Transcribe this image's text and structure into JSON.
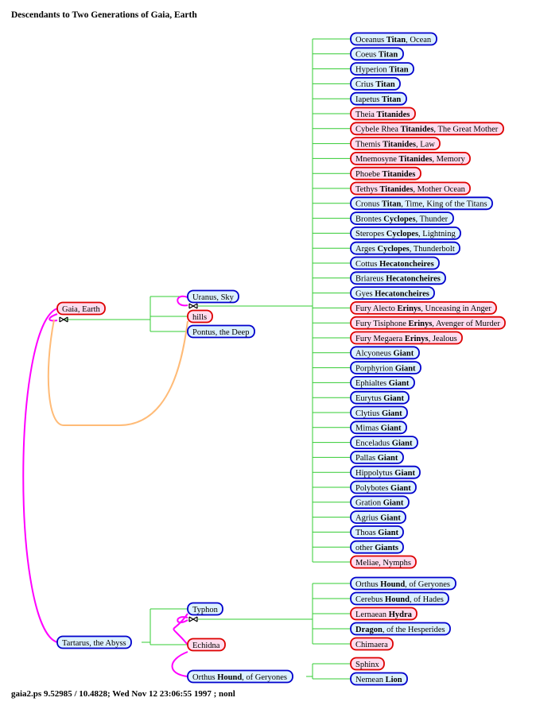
{
  "title": "Descendants to Two Generations of Gaia, Earth",
  "footer": "gaia2.ps 9.52985 / 10.4828; Wed Nov 12 23:06:55 1997 ; nonl",
  "colors": {
    "male_fill": "#ddf1ff",
    "male_stroke": "#0000cc",
    "female_fill": "#ffdcee",
    "female_stroke": "#dd0000",
    "tree_line": "#33cc33",
    "marriage_line": "#ff00ff",
    "extra_line": "#ffbb77"
  },
  "nodes": [
    {
      "id": "gaia",
      "sex": "f",
      "parts": [
        {
          "t": "Gaia, Earth"
        }
      ]
    },
    {
      "id": "tartarus",
      "sex": "m",
      "parts": [
        {
          "t": "Tartarus, the Abyss"
        }
      ]
    },
    {
      "id": "uranus",
      "sex": "m",
      "parts": [
        {
          "t": "Uranus, Sky"
        }
      ]
    },
    {
      "id": "hills",
      "sex": "f",
      "parts": [
        {
          "t": "hills"
        }
      ]
    },
    {
      "id": "pontus",
      "sex": "m",
      "parts": [
        {
          "t": "Pontus, the Deep"
        }
      ]
    },
    {
      "id": "typhon",
      "sex": "m",
      "parts": [
        {
          "t": "Typhon"
        }
      ]
    },
    {
      "id": "echidna",
      "sex": "f",
      "parts": [
        {
          "t": "Echidna"
        }
      ]
    },
    {
      "id": "orthus2",
      "sex": "m",
      "parts": [
        {
          "t": "Orthus "
        },
        {
          "t": "Hound",
          "b": true
        },
        {
          "t": ", of Geryones"
        }
      ]
    },
    {
      "id": "c1",
      "sex": "m",
      "parts": [
        {
          "t": "Oceanus "
        },
        {
          "t": "Titan",
          "b": true
        },
        {
          "t": ", Ocean"
        }
      ]
    },
    {
      "id": "c2",
      "sex": "m",
      "parts": [
        {
          "t": "Coeus "
        },
        {
          "t": "Titan",
          "b": true
        }
      ]
    },
    {
      "id": "c3",
      "sex": "m",
      "parts": [
        {
          "t": "Hyperion "
        },
        {
          "t": "Titan",
          "b": true
        }
      ]
    },
    {
      "id": "c4",
      "sex": "m",
      "parts": [
        {
          "t": "Crius "
        },
        {
          "t": "Titan",
          "b": true
        }
      ]
    },
    {
      "id": "c5",
      "sex": "m",
      "parts": [
        {
          "t": "Iapetus "
        },
        {
          "t": "Titan",
          "b": true
        }
      ]
    },
    {
      "id": "c6",
      "sex": "f",
      "parts": [
        {
          "t": "Theia "
        },
        {
          "t": "Titanides",
          "b": true
        }
      ]
    },
    {
      "id": "c7",
      "sex": "f",
      "parts": [
        {
          "t": "Cybele Rhea "
        },
        {
          "t": "Titanides",
          "b": true
        },
        {
          "t": ", The Great Mother"
        }
      ]
    },
    {
      "id": "c8",
      "sex": "f",
      "parts": [
        {
          "t": "Themis "
        },
        {
          "t": "Titanides",
          "b": true
        },
        {
          "t": ", Law"
        }
      ]
    },
    {
      "id": "c9",
      "sex": "f",
      "parts": [
        {
          "t": "Mnemosyne "
        },
        {
          "t": "Titanides",
          "b": true
        },
        {
          "t": ", Memory"
        }
      ]
    },
    {
      "id": "c10",
      "sex": "f",
      "parts": [
        {
          "t": "Phoebe "
        },
        {
          "t": "Titanides",
          "b": true
        }
      ]
    },
    {
      "id": "c11",
      "sex": "f",
      "parts": [
        {
          "t": "Tethys "
        },
        {
          "t": "Titanides",
          "b": true
        },
        {
          "t": ", Mother Ocean"
        }
      ]
    },
    {
      "id": "c12",
      "sex": "m",
      "parts": [
        {
          "t": "Cronus "
        },
        {
          "t": "Titan",
          "b": true
        },
        {
          "t": ", Time, King of the Titans"
        }
      ]
    },
    {
      "id": "c13",
      "sex": "m",
      "parts": [
        {
          "t": "Brontes "
        },
        {
          "t": "Cyclopes",
          "b": true
        },
        {
          "t": ", Thunder"
        }
      ]
    },
    {
      "id": "c14",
      "sex": "m",
      "parts": [
        {
          "t": "Steropes "
        },
        {
          "t": "Cyclopes",
          "b": true
        },
        {
          "t": ", Lightning"
        }
      ]
    },
    {
      "id": "c15",
      "sex": "m",
      "parts": [
        {
          "t": "Arges "
        },
        {
          "t": "Cyclopes",
          "b": true
        },
        {
          "t": ", Thunderbolt"
        }
      ]
    },
    {
      "id": "c16",
      "sex": "m",
      "parts": [
        {
          "t": "Cottus "
        },
        {
          "t": "Hecatoncheires",
          "b": true
        }
      ]
    },
    {
      "id": "c17",
      "sex": "m",
      "parts": [
        {
          "t": "Briareus "
        },
        {
          "t": "Hecatoncheires",
          "b": true
        }
      ]
    },
    {
      "id": "c18",
      "sex": "m",
      "parts": [
        {
          "t": "Gyes "
        },
        {
          "t": "Hecatoncheires",
          "b": true
        }
      ]
    },
    {
      "id": "c19",
      "sex": "f",
      "parts": [
        {
          "t": "Fury Alecto "
        },
        {
          "t": "Erinys",
          "b": true
        },
        {
          "t": ", Unceasing in Anger"
        }
      ]
    },
    {
      "id": "c20",
      "sex": "f",
      "parts": [
        {
          "t": "Fury Tisiphone "
        },
        {
          "t": "Erinys",
          "b": true
        },
        {
          "t": ", Avenger of Murder"
        }
      ]
    },
    {
      "id": "c21",
      "sex": "f",
      "parts": [
        {
          "t": "Fury Megaera "
        },
        {
          "t": "Erinys",
          "b": true
        },
        {
          "t": ", Jealous"
        }
      ]
    },
    {
      "id": "c22",
      "sex": "m",
      "parts": [
        {
          "t": "Alcyoneus "
        },
        {
          "t": "Giant",
          "b": true
        }
      ]
    },
    {
      "id": "c23",
      "sex": "m",
      "parts": [
        {
          "t": "Porphyrion "
        },
        {
          "t": "Giant",
          "b": true
        }
      ]
    },
    {
      "id": "c24",
      "sex": "m",
      "parts": [
        {
          "t": "Ephialtes "
        },
        {
          "t": "Giant",
          "b": true
        }
      ]
    },
    {
      "id": "c25",
      "sex": "m",
      "parts": [
        {
          "t": "Eurytus "
        },
        {
          "t": "Giant",
          "b": true
        }
      ]
    },
    {
      "id": "c26",
      "sex": "m",
      "parts": [
        {
          "t": "Clytius "
        },
        {
          "t": "Giant",
          "b": true
        }
      ]
    },
    {
      "id": "c27",
      "sex": "m",
      "parts": [
        {
          "t": "Mimas "
        },
        {
          "t": "Giant",
          "b": true
        }
      ]
    },
    {
      "id": "c28",
      "sex": "m",
      "parts": [
        {
          "t": "Enceladus "
        },
        {
          "t": "Giant",
          "b": true
        }
      ]
    },
    {
      "id": "c29",
      "sex": "m",
      "parts": [
        {
          "t": "Pallas "
        },
        {
          "t": "Giant",
          "b": true
        }
      ]
    },
    {
      "id": "c30",
      "sex": "m",
      "parts": [
        {
          "t": "Hippolytus "
        },
        {
          "t": "Giant",
          "b": true
        }
      ]
    },
    {
      "id": "c31",
      "sex": "m",
      "parts": [
        {
          "t": "Polybotes "
        },
        {
          "t": "Giant",
          "b": true
        }
      ]
    },
    {
      "id": "c32",
      "sex": "m",
      "parts": [
        {
          "t": "Gration "
        },
        {
          "t": "Giant",
          "b": true
        }
      ]
    },
    {
      "id": "c33",
      "sex": "m",
      "parts": [
        {
          "t": "Agrius "
        },
        {
          "t": "Giant",
          "b": true
        }
      ]
    },
    {
      "id": "c34",
      "sex": "m",
      "parts": [
        {
          "t": "Thoas "
        },
        {
          "t": "Giant",
          "b": true
        }
      ]
    },
    {
      "id": "c35",
      "sex": "m",
      "parts": [
        {
          "t": "other "
        },
        {
          "t": "Giants",
          "b": true
        }
      ]
    },
    {
      "id": "c36",
      "sex": "f",
      "parts": [
        {
          "t": "Meliae, Nymphs"
        }
      ]
    },
    {
      "id": "d1",
      "sex": "m",
      "parts": [
        {
          "t": "Orthus "
        },
        {
          "t": "Hound",
          "b": true
        },
        {
          "t": ", of Geryones"
        }
      ]
    },
    {
      "id": "d2",
      "sex": "m",
      "parts": [
        {
          "t": "Cerebus "
        },
        {
          "t": "Hound",
          "b": true
        },
        {
          "t": ", of Hades"
        }
      ]
    },
    {
      "id": "d3",
      "sex": "f",
      "parts": [
        {
          "t": "Lernaean "
        },
        {
          "t": "Hydra",
          "b": true
        }
      ]
    },
    {
      "id": "d4",
      "sex": "m",
      "parts": [
        {
          "t": "Dragon",
          "b": true
        },
        {
          "t": ", of the Hesperides"
        }
      ]
    },
    {
      "id": "d5",
      "sex": "f",
      "parts": [
        {
          "t": "Chimaera"
        }
      ]
    },
    {
      "id": "e1",
      "sex": "f",
      "parts": [
        {
          "t": "Sphinx"
        }
      ]
    },
    {
      "id": "e2",
      "sex": "m",
      "parts": [
        {
          "t": "Nemean "
        },
        {
          "t": "Lion",
          "b": true
        }
      ]
    }
  ]
}
